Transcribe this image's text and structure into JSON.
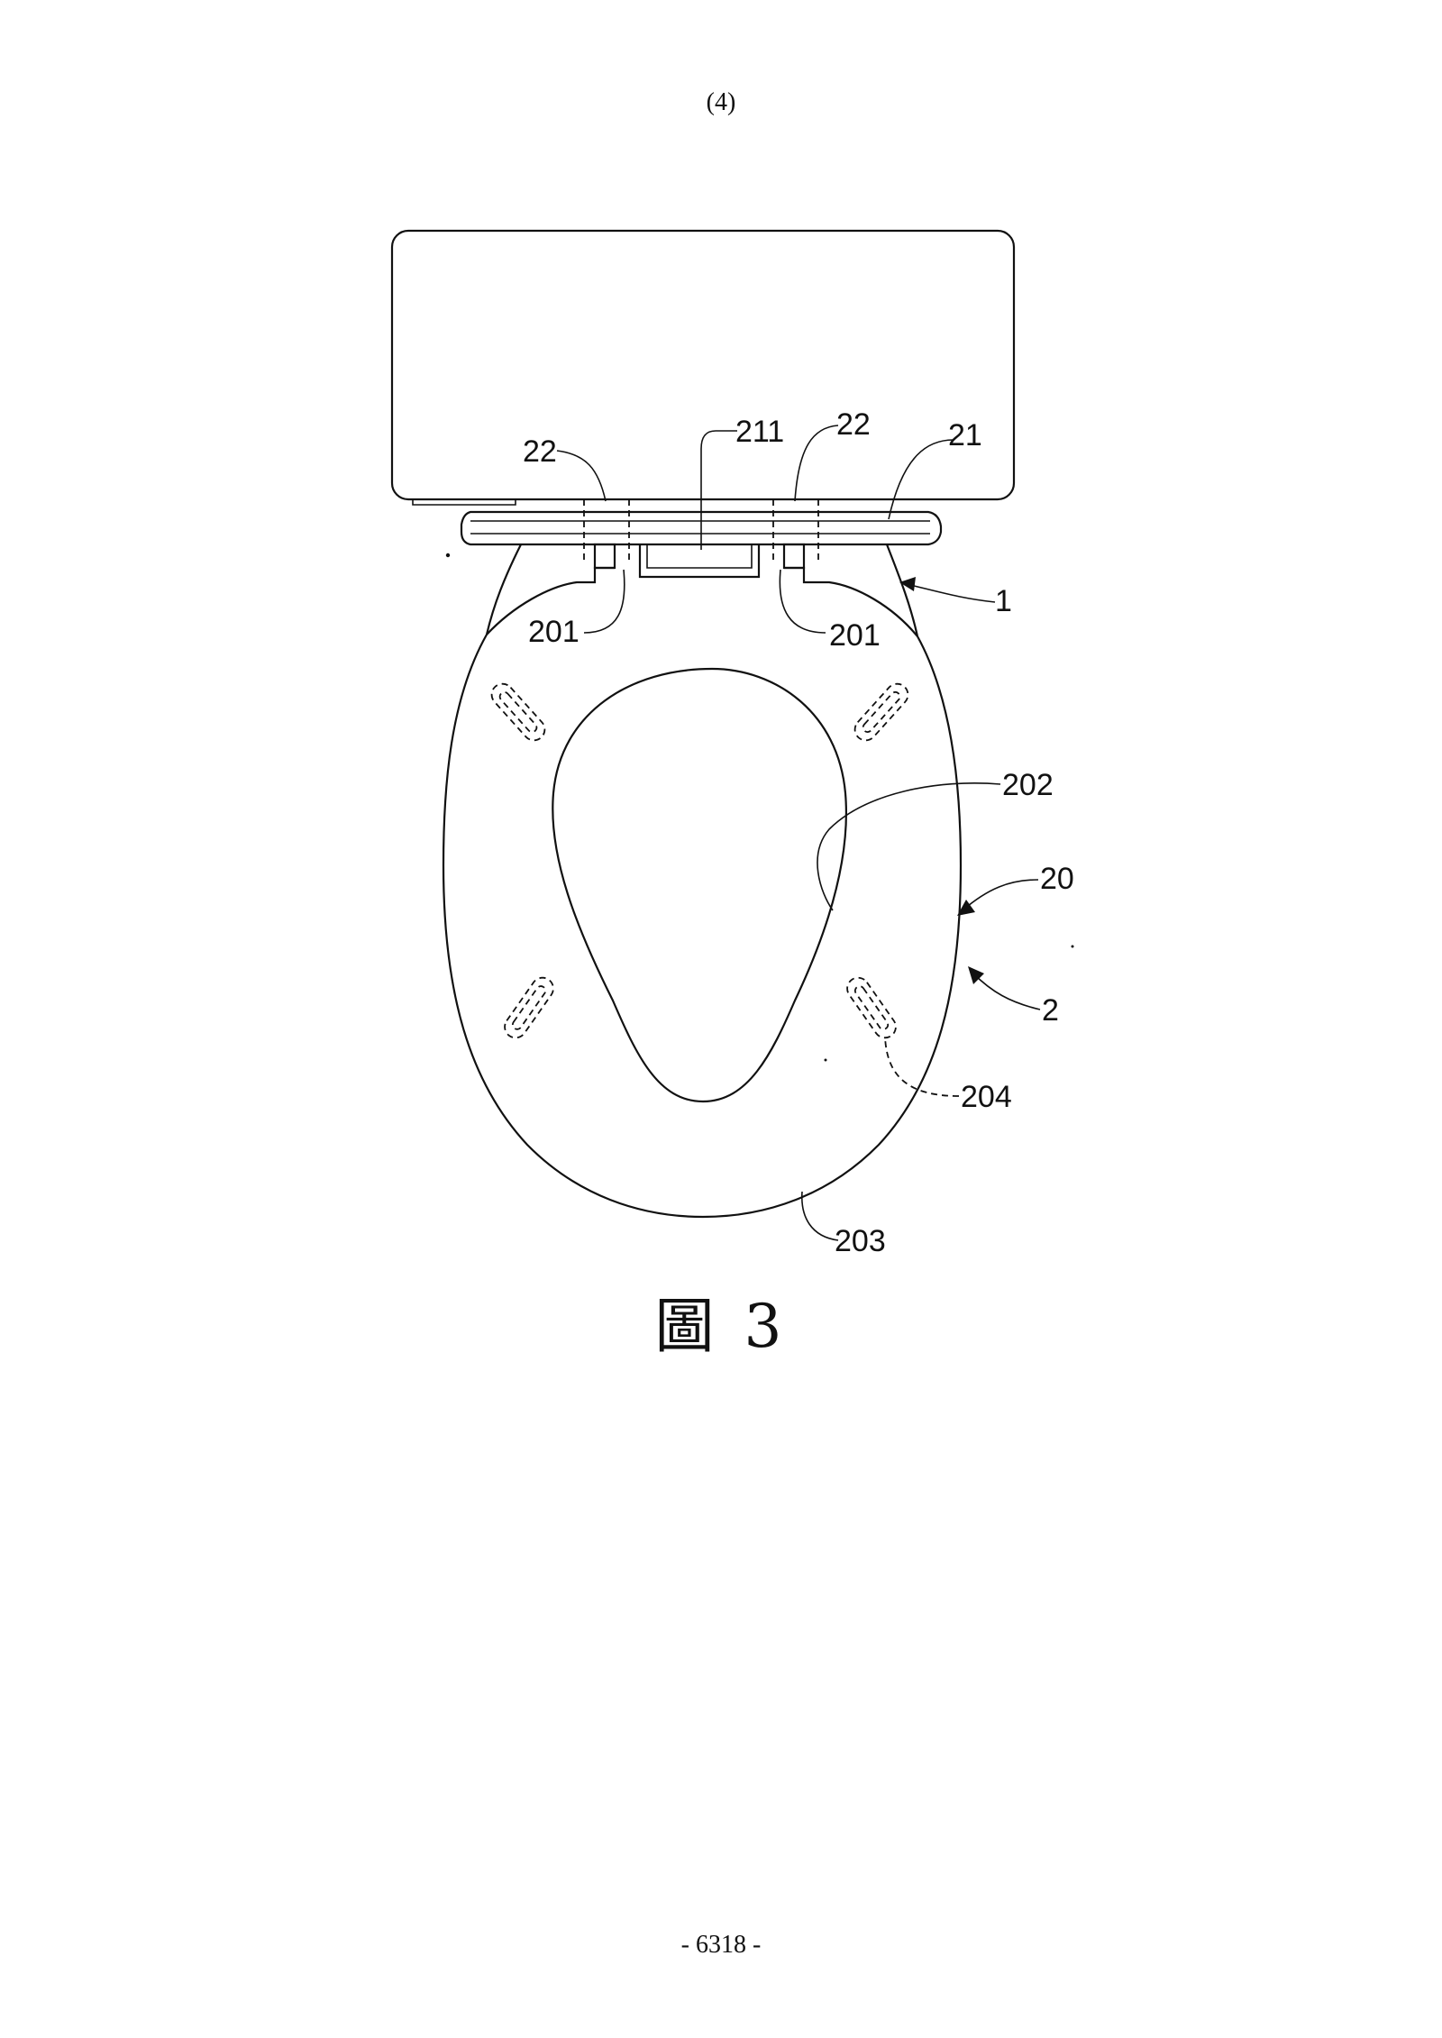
{
  "page": {
    "header": "(4)",
    "footer": "- 6318 -",
    "caption": "圖 3"
  },
  "references": {
    "r22_left": "22",
    "r211": "211",
    "r22_right": "22",
    "r21": "21",
    "r1": "1",
    "r201_left": "201",
    "r201_right": "201",
    "r202": "202",
    "r20": "20",
    "r2": "2",
    "r204": "204",
    "r203": "203"
  }
}
